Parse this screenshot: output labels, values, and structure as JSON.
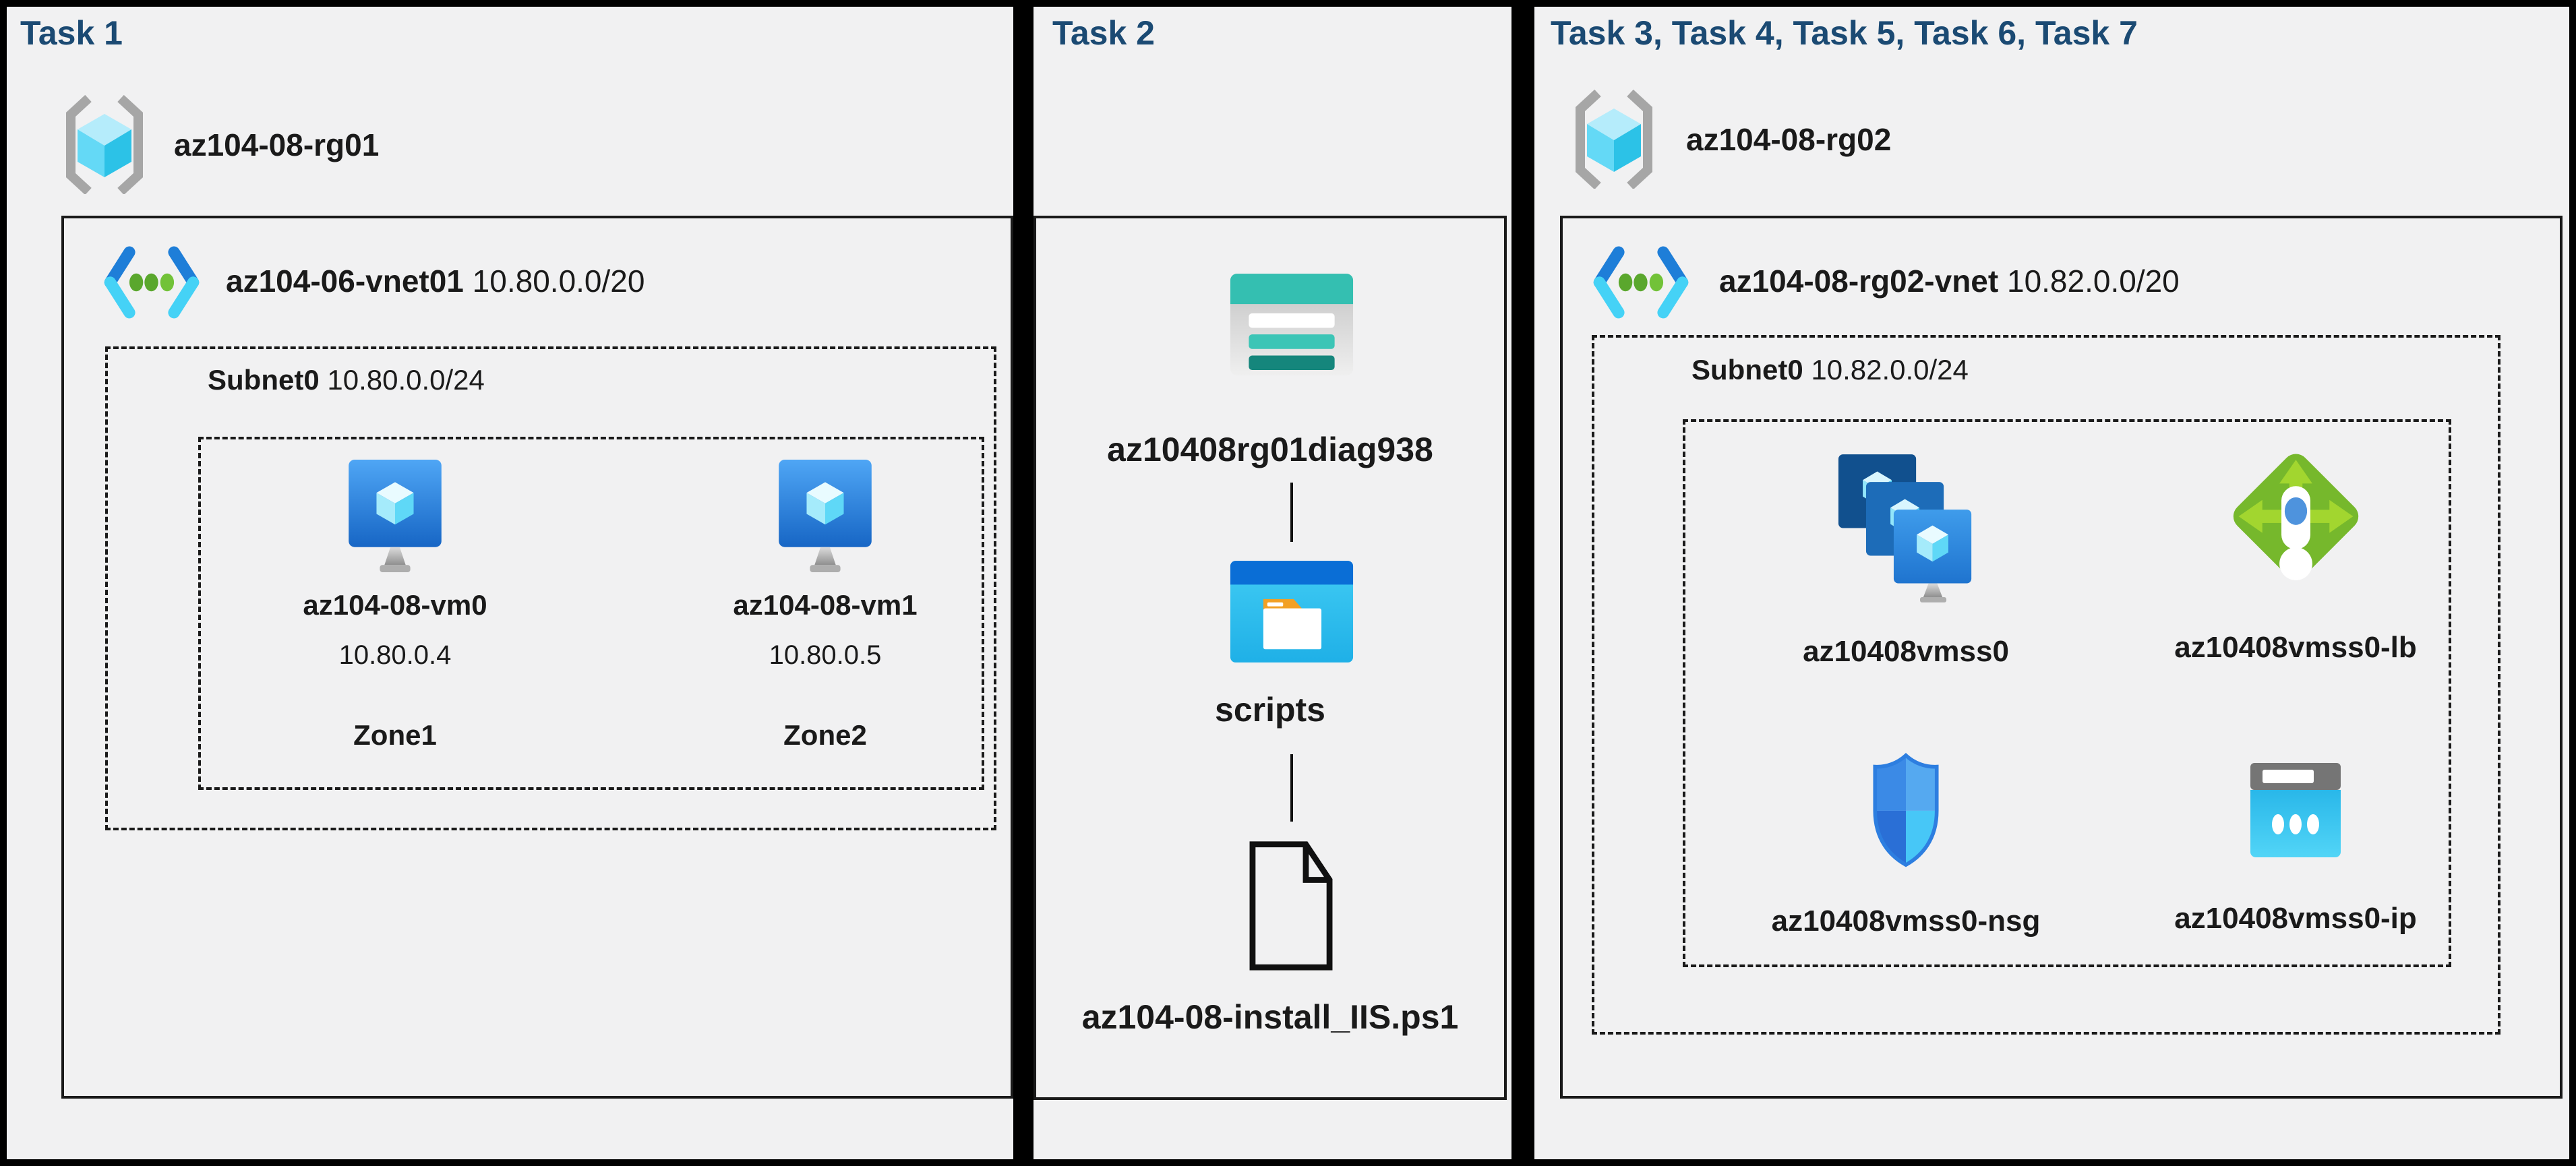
{
  "colors": {
    "background": "#000000",
    "panel": "#f1f1f2",
    "title_navy": "#1b4a73",
    "text": "#1a1a1a",
    "azure_blue": "#1e7ed8",
    "cyan": "#45d2f6",
    "green_dot": "#5aa72d",
    "lb_green": "#76b82c",
    "storage_teal": "#34bfb1",
    "folder_orange": "#f2a024"
  },
  "panels": [
    {
      "title": "Task 1",
      "rg": {
        "name": "az104-08-rg01",
        "icon": "resource-group-icon"
      },
      "vnet": {
        "name": "az104-06-vnet01",
        "cidr": "10.80.0.0/20",
        "icon": "virtual-network-icon"
      },
      "subnet": {
        "name": "Subnet0",
        "cidr": "10.80.0.0/24"
      },
      "vms": [
        {
          "name": "az104-08-vm0",
          "ip": "10.80.0.4",
          "zone": "Zone1",
          "icon": "virtual-machine-icon"
        },
        {
          "name": "az104-08-vm1",
          "ip": "10.80.0.5",
          "zone": "Zone2",
          "icon": "virtual-machine-icon"
        }
      ]
    },
    {
      "title": "Task 2",
      "storage_account": {
        "name": "az10408rg01diag938",
        "icon": "storage-account-icon"
      },
      "container": {
        "name": "scripts",
        "icon": "blob-container-icon"
      },
      "script_file": {
        "name": "az104-08-install_IIS.ps1",
        "icon": "file-icon"
      }
    },
    {
      "title": "Task 3, Task 4, Task 5, Task 6, Task 7",
      "rg": {
        "name": "az104-08-rg02",
        "icon": "resource-group-icon"
      },
      "vnet": {
        "name": "az104-08-rg02-vnet",
        "cidr": "10.82.0.0/20",
        "icon": "virtual-network-icon"
      },
      "subnet": {
        "name": "Subnet0",
        "cidr": "10.82.0.0/24"
      },
      "resources": [
        {
          "name": "az10408vmss0",
          "icon": "vm-scale-set-icon"
        },
        {
          "name": "az10408vmss0-lb",
          "icon": "load-balancer-icon"
        },
        {
          "name": "az10408vmss0-nsg",
          "icon": "network-security-group-icon"
        },
        {
          "name": "az10408vmss0-ip",
          "icon": "public-ip-icon"
        }
      ]
    }
  ]
}
